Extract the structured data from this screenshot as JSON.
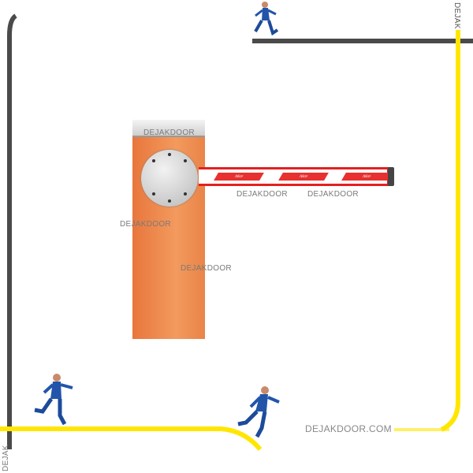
{
  "watermarks": {
    "cap": "DEJAKDOOR",
    "boom1": "DEJAKDOOR",
    "boom2": "DEJAKDOOR",
    "left": "DEJAKDOOR",
    "center": "DEJAKDOOR",
    "site": "DEJAKDOOR.COM",
    "corner_top": "DEJAK",
    "corner_bottom": "DEJAK"
  },
  "product": {
    "brand": "Nice",
    "stripe_labels": [
      "Nice",
      "Nice",
      "Nice"
    ]
  },
  "colors": {
    "frame_dark": "#4a4a4a",
    "frame_yellow": "#ffe600",
    "post": "#ef8a4c",
    "boom_red": "#e32020"
  }
}
